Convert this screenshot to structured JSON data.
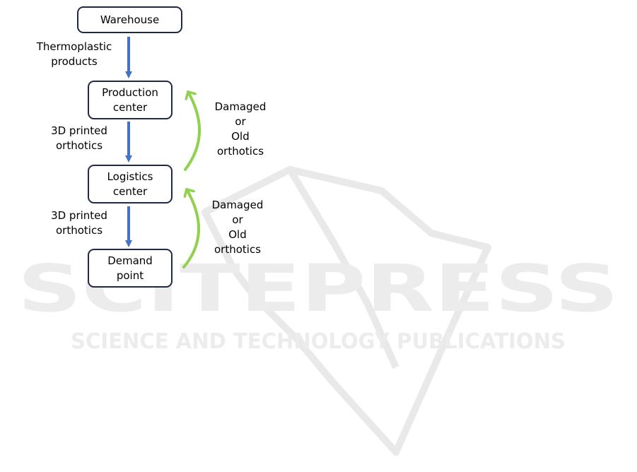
{
  "nodes": {
    "warehouse": "Warehouse",
    "production_center": "Production\ncenter",
    "logistics_center": "Logistics\ncenter",
    "demand_point": "Demand\npoint"
  },
  "edge_labels": {
    "warehouse_to_production": "Thermoplastic\nproducts",
    "production_to_logistics": "3D printed\northotics",
    "logistics_to_demand": "3D printed\northotics",
    "logistics_to_production_return": "Damaged\nor\nOld\northotics",
    "demand_to_logistics_return": "Damaged\nor\nOld\northotics"
  },
  "watermark": {
    "main": "SCITEPRESS",
    "sub": "SCIENCE AND TECHNOLOGY PUBLICATIONS"
  },
  "colors": {
    "forward_arrow": "#4472c4",
    "return_arrow": "#92d050",
    "box_border": "#1f2a44",
    "watermark": "#e6e6e6"
  }
}
